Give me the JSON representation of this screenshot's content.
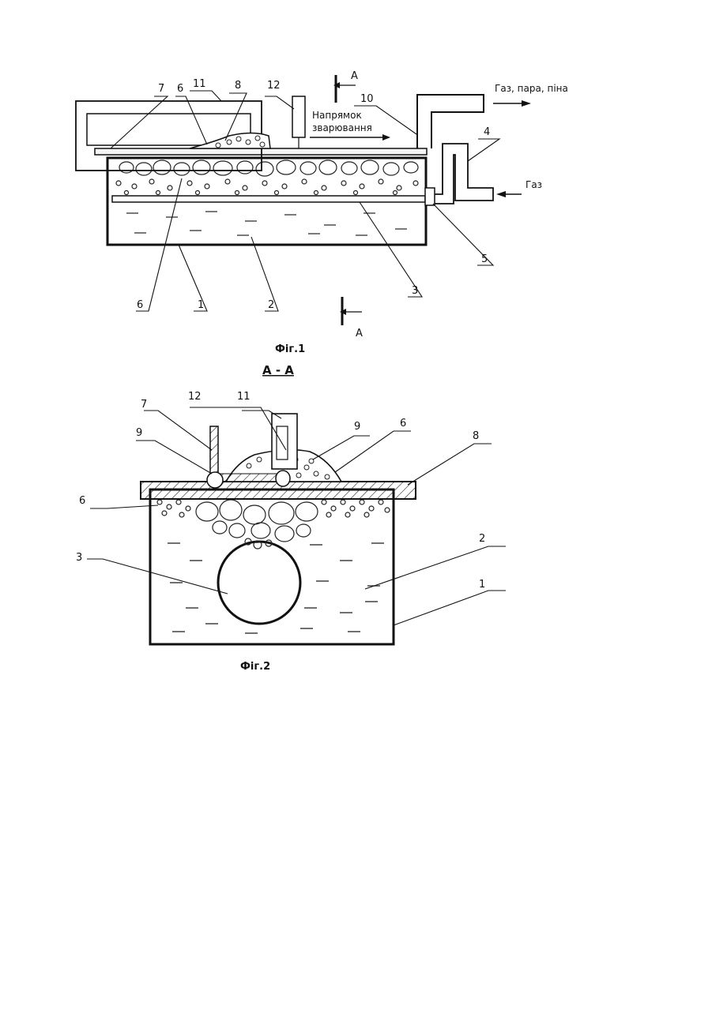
{
  "figure1": {
    "caption": "Фіг.1",
    "section_marker": "A",
    "direction_note_line1": "Напрямок",
    "direction_note_line2": "зварювання",
    "outlet_note": "Газ, пара, піна",
    "inlet_note": "Газ",
    "labels": {
      "l7": "7",
      "l6a": "6",
      "l11": "11",
      "l8": "8",
      "l12": "12",
      "l10": "10",
      "l4": "4",
      "l5": "5",
      "l6b": "6",
      "l1": "1",
      "l2": "2",
      "l3": "3"
    }
  },
  "figure2": {
    "caption": "Фіг.2",
    "section_title": "A - A",
    "labels": {
      "l12": "12",
      "l11": "11",
      "l7": "7",
      "l9a": "9",
      "l9b": "9",
      "l6a": "6",
      "l8": "8",
      "l6b": "6",
      "l2": "2",
      "l3": "3",
      "l1": "1"
    }
  }
}
